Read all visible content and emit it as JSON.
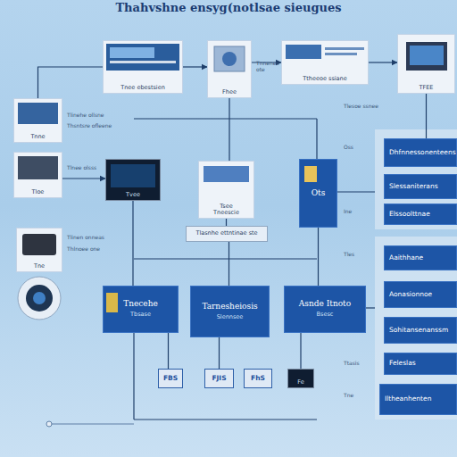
{
  "diagram": {
    "title": "Thahvshne ensyg(notlsae sieugues",
    "nodes": [
      {
        "text": [
          "Tnee ebestsien"
        ]
      },
      {
        "text": [
          "Fhee"
        ]
      },
      {
        "text": [
          "Ttheeoe ssiane"
        ]
      },
      {
        "text": [
          "TFEE"
        ]
      },
      {
        "text": [
          "Tnne"
        ]
      },
      {
        "text": [
          "Tloe"
        ]
      },
      {
        "text": [
          "Tne"
        ]
      },
      {
        "text": [
          "Tvee"
        ]
      },
      {
        "text": [
          "Tsee",
          "Tneescie"
        ]
      },
      {
        "text": [
          "Tlasnhe ettntinae ste"
        ]
      },
      {
        "text": [
          "Ots"
        ]
      },
      {
        "text": [
          "Tnecehe",
          "Tbsase"
        ]
      },
      {
        "text": [
          "Tarnesheiosis",
          "Slennsee"
        ]
      },
      {
        "text": [
          "Asnde Itnoto",
          "Bsesc"
        ]
      },
      {
        "text": [
          "FBS"
        ]
      },
      {
        "text": [
          "FJIS"
        ]
      },
      {
        "text": [
          "FhS"
        ]
      },
      {
        "text": [
          "Fe"
        ]
      },
      {
        "text": [
          "Dhfnnessonenteens"
        ]
      },
      {
        "text": [
          "Slessaniterans"
        ]
      },
      {
        "text": [
          "Elssoolttnae"
        ]
      },
      {
        "text": [
          "Aaithhane"
        ]
      },
      {
        "text": [
          "Aonasionnoe"
        ]
      },
      {
        "text": [
          "Sohitansenanssm"
        ]
      },
      {
        "text": [
          "Feleslas"
        ]
      },
      {
        "text": [
          "Iltheanhenten"
        ]
      }
    ],
    "edges": [
      {
        "from": 0,
        "to": 1,
        "arrow": "to"
      },
      {
        "from": 1,
        "to": 2,
        "arrow": "to"
      },
      {
        "from": 2,
        "to": 3,
        "arrow": "to"
      },
      {
        "from": 4,
        "to": 0,
        "arrow": "none"
      },
      {
        "from": 5,
        "to": 7,
        "arrow": "to"
      },
      {
        "from": 1,
        "to": 8,
        "arrow": "none"
      },
      {
        "from": 8,
        "to": 9,
        "arrow": "none"
      },
      {
        "from": 7,
        "to": 11,
        "arrow": "none"
      },
      {
        "from": 9,
        "to": 12,
        "arrow": "none"
      },
      {
        "from": 10,
        "to": 13,
        "arrow": "none"
      },
      {
        "from": 11,
        "to": 14,
        "arrow": "none"
      },
      {
        "from": 12,
        "to": 15,
        "arrow": "none"
      },
      {
        "from": 13,
        "to": 17,
        "arrow": "none"
      },
      {
        "from": 3,
        "to": 18,
        "arrow": "none"
      }
    ],
    "labels": [
      "Tlinehe ollsne",
      "Thsntsre ofleene",
      "Tlnee olsss",
      "Tlinen onneas",
      "Thlnoee one",
      "Tnnenes ote",
      "Tlesoe ssnee",
      "Oss",
      "Ine",
      "Tles",
      "Ttasis",
      "Tne"
    ]
  }
}
